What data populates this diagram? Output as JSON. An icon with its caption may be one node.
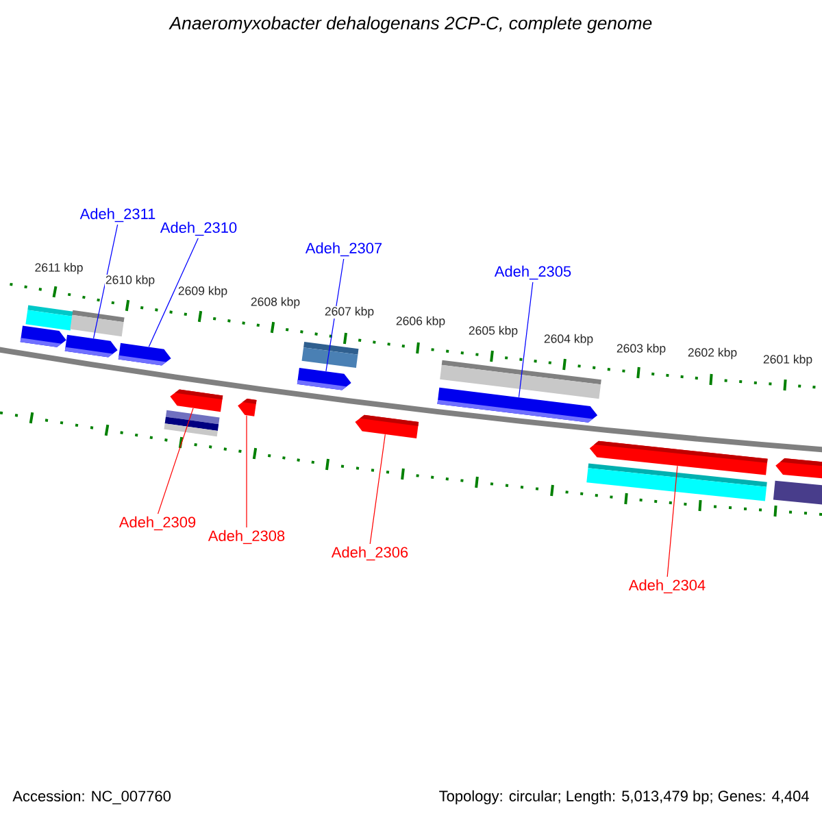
{
  "diagram": {
    "title": "*Anaeromyxobacter dehalogenans* 2CP-C, complete genome",
    "nodes": [
      {
        "text": [
          "Adeh_2311"
        ]
      },
      {
        "text": [
          "Adeh_2310"
        ]
      },
      {
        "text": [
          "Adeh_2307"
        ]
      },
      {
        "text": [
          "Adeh_2305"
        ]
      },
      {
        "text": [],
        "shape": "pentagon"
      },
      {
        "text": [],
        "shape": "pentagon"
      },
      {
        "text": [],
        "shape": "pentagon"
      },
      {
        "text": [],
        "shape": "pentagon"
      },
      {
        "text": [],
        "shape": "pentagon"
      },
      {
        "text": [],
        "shape": "pentagon"
      },
      {
        "text": [],
        "shape": "pentagon"
      },
      {
        "text": [],
        "shape": "pentagon"
      },
      {
        "text": [],
        "shape": "pentagon"
      },
      {
        "text": [],
        "shape": "pentagon"
      },
      {
        "text": [
          "Adeh_2309"
        ]
      },
      {
        "text": [
          "Adeh_2308"
        ]
      },
      {
        "text": [
          "Adeh_2306"
        ]
      },
      {
        "text": [
          "Adeh_2304"
        ]
      }
    ],
    "edges": [
      {
        "from": 0,
        "to": 5,
        "arrow": "none"
      },
      {
        "from": 1,
        "to": 6,
        "arrow": "none"
      },
      {
        "from": 2,
        "to": 7,
        "arrow": "none"
      },
      {
        "from": 3,
        "to": 8,
        "arrow": "none"
      },
      {
        "from": 14,
        "to": 9,
        "arrow": "none",
        "color": "#ff0000"
      },
      {
        "from": 15,
        "to": 10,
        "arrow": "none",
        "color": "#ff0000"
      },
      {
        "from": 16,
        "to": 11,
        "arrow": "none",
        "color": "#ff0000"
      },
      {
        "from": 17,
        "to": 12,
        "arrow": "none",
        "color": "#ff0000"
      }
    ],
    "labels": [
      "2611 kbp",
      "2610 kbp",
      "2609 kbp",
      "2608 kbp",
      "2607 kbp",
      "2606 kbp",
      "2605 kbp",
      "2604 kbp",
      "2603 kbp",
      "2602 kbp",
      "2601 kbp",
      "Accession: NC_007760",
      "Topology: circular; Length: 5,013,479 bp; Genes: 4,404"
    ]
  }
}
